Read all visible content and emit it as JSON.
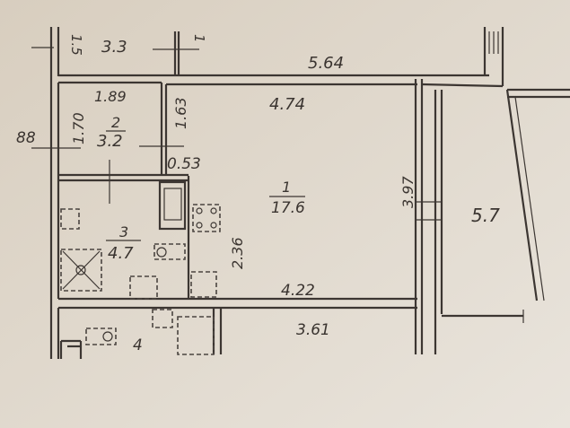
{
  "plan": {
    "dimensions": {
      "top_left_partial": "1.5",
      "top_corridor": "3.3",
      "top_right_partial": "1",
      "total_width": "5.64",
      "room2_width": "1.89",
      "room2_height": "1.70",
      "left_partial": "88",
      "room2_right": "1.63",
      "wall_gap": "0.53",
      "room1_width_top": "4.74",
      "room1_height": "3.97",
      "balcony_area": "5.7",
      "room1_kitchen_height": "2.36",
      "room1_width_bottom": "4.22",
      "bottom_width": "3.61"
    },
    "rooms": [
      {
        "number": "1",
        "area": "17.6"
      },
      {
        "number": "2",
        "area": "3.2"
      },
      {
        "number": "3",
        "area": "4.7"
      },
      {
        "number": "4"
      }
    ]
  }
}
